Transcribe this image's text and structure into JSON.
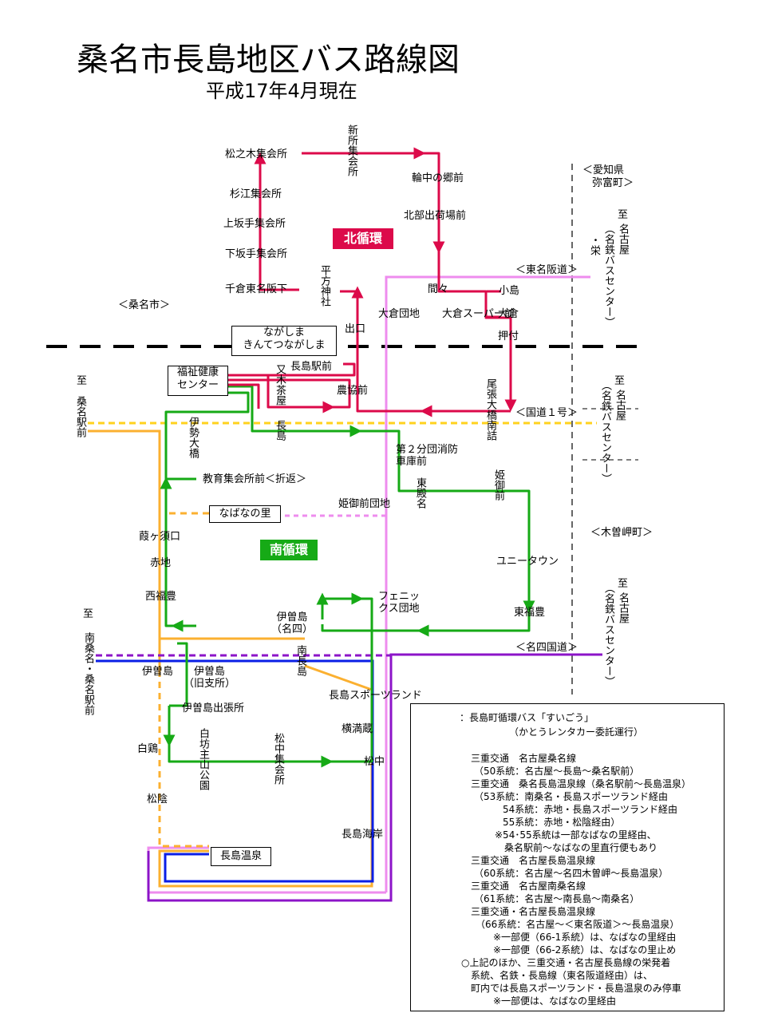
{
  "title": "桑名市長島地区バス路線図",
  "subtitle": "平成17年4月現在",
  "colors": {
    "kita_loop": "#dc0a4a",
    "minami_loop": "#16aa16",
    "yellow": "#ffd21e",
    "blue": "#0a1ee6",
    "orange": "#fbb030",
    "purple": "#8c14c8",
    "pink": "#ee8cee"
  },
  "badges": {
    "kita": "北循環",
    "minami": "南循環"
  },
  "boxes": {
    "nagashima_kinte": [
      "ながしま",
      "きんてつながしま"
    ],
    "fukushi": [
      "福祉健康",
      "センター"
    ],
    "nabana": "なばなの里",
    "onsen": "長島温泉"
  },
  "regions": {
    "kuwana_city": "＜桑名市＞",
    "aichi": "＜愛知県",
    "yatomi": "弥富町＞",
    "kisosaki": "＜木曽岬町＞",
    "tomei_road": "＜東名阪道＞",
    "route1": "＜国道１号＞",
    "meishi_road": "＜名四国道＞"
  },
  "directions": {
    "to_kuwana_station": [
      "至",
      "桑名駅前"
    ],
    "to_minamikuwana": [
      "至",
      "南桑名・桑名駅前"
    ],
    "to_nagoya_top": [
      "至",
      "名古屋",
      "（名鉄バスセンター）",
      "・栄"
    ],
    "to_nagoya_mid": [
      "至",
      "名古屋",
      "（名鉄バスセンター）"
    ],
    "to_nagoya_low": [
      "至",
      "名古屋",
      "（名鉄バスセンター）"
    ]
  },
  "stops": {
    "matsunoki": "松之木集会所",
    "shinsho": "新所集会所",
    "wanaka": "輪中の郷前",
    "sugie": "杉江集会所",
    "kamisaka": "上坂手集会所",
    "shimosaka": "下坂手集会所",
    "chikura": "千倉東名阪下",
    "hirakata": "平方神社",
    "hokubu": "北部出荷場前",
    "deguchi": "出口",
    "okura_danchi": "大倉団地",
    "mama": "間々",
    "kojima": "小島",
    "okura_super": "大倉スーパー前",
    "okura": "大倉",
    "oshitsuke": "押付",
    "nagashima_eki": "長島駅前",
    "matagichaya": "又木茶屋",
    "nokyo": "農協前",
    "owari_ohashi": "尾張大橋南詰",
    "nagashima": "長島",
    "ise_ohashi": "伊勢大橋",
    "shobo": "第２分団消防車庫前",
    "higashi_tonomyo": "東殿名",
    "himemiya": "姫御前",
    "kyoiku": "教育集会所前＜折返＞",
    "himemiya_danchi": "姫御前団地",
    "kazugasu": "葭ヶ須口",
    "akaji": "赤地",
    "unitown": "ユニータウン",
    "nishifukuyo": "西福豊",
    "phoenix": "フェニックス団地",
    "isoshima_meishi": [
      "伊曽島",
      "（名四）"
    ],
    "higashifukuyo": "東福豊",
    "isoshima": "伊曽島",
    "isoshima_kyu": [
      "伊曽島",
      "（旧支所）"
    ],
    "minami_nagashima": "南長島",
    "sportsland": "長島スポーツランド",
    "isoshima_shuccho": "伊曽島出張所",
    "yokomitsu": "横満蔵",
    "shirabo": "白坊主山公園",
    "matsunaka_shukai": "松中集会所",
    "shirasagi": "白鶏",
    "matsunaka": "松中",
    "matsukage": "松陰",
    "nagashima_kaigan": "長島海岸"
  },
  "legend": {
    "l1": "：長島町循環バス「すいごう」",
    "l2": "（かとうレンタカー委託運行）",
    "l3": "三重交通　名古屋桑名線",
    "l4": "（50系統：名古屋～長島～桑名駅前）",
    "l5": "三重交通　桑名長島温泉線（桑名駅前～長島温泉）",
    "l6": "（53系統：南桑名・長島スポーツランド経由",
    "l7": "54系統：赤地・長島スポーツランド経由",
    "l8": "55系統：赤地・松陰経由）",
    "l9": "※54･55系統は一部なばなの里経由、",
    "l10": "桑名駅前～なばなの里直行便もあり",
    "l11": "三重交通　名古屋長島温泉線",
    "l12": "（60系統：名古屋～名四木曽岬～長島温泉）",
    "l13": "三重交通　名古屋南桑名線",
    "l14": "（61系統：名古屋～南長島～南桑名）",
    "l15": "三重交通・名古屋長島温泉線",
    "l16": "（66系統：名古屋～＜東名阪道＞～長島温泉）",
    "l17": "※一部便（66-1系統）は、なばなの里経由",
    "l18": "※一部便（66-2系統）は、なばなの里止め",
    "l19": "○上記のほか、三重交通・名古屋長島線の栄発着",
    "l20": "系統、名鉄・長島線（東名阪道経由）は、",
    "l21": "町内では長島スポーツランド・長島温泉のみ停車",
    "l22": "※一部便は、なばなの里経由"
  }
}
